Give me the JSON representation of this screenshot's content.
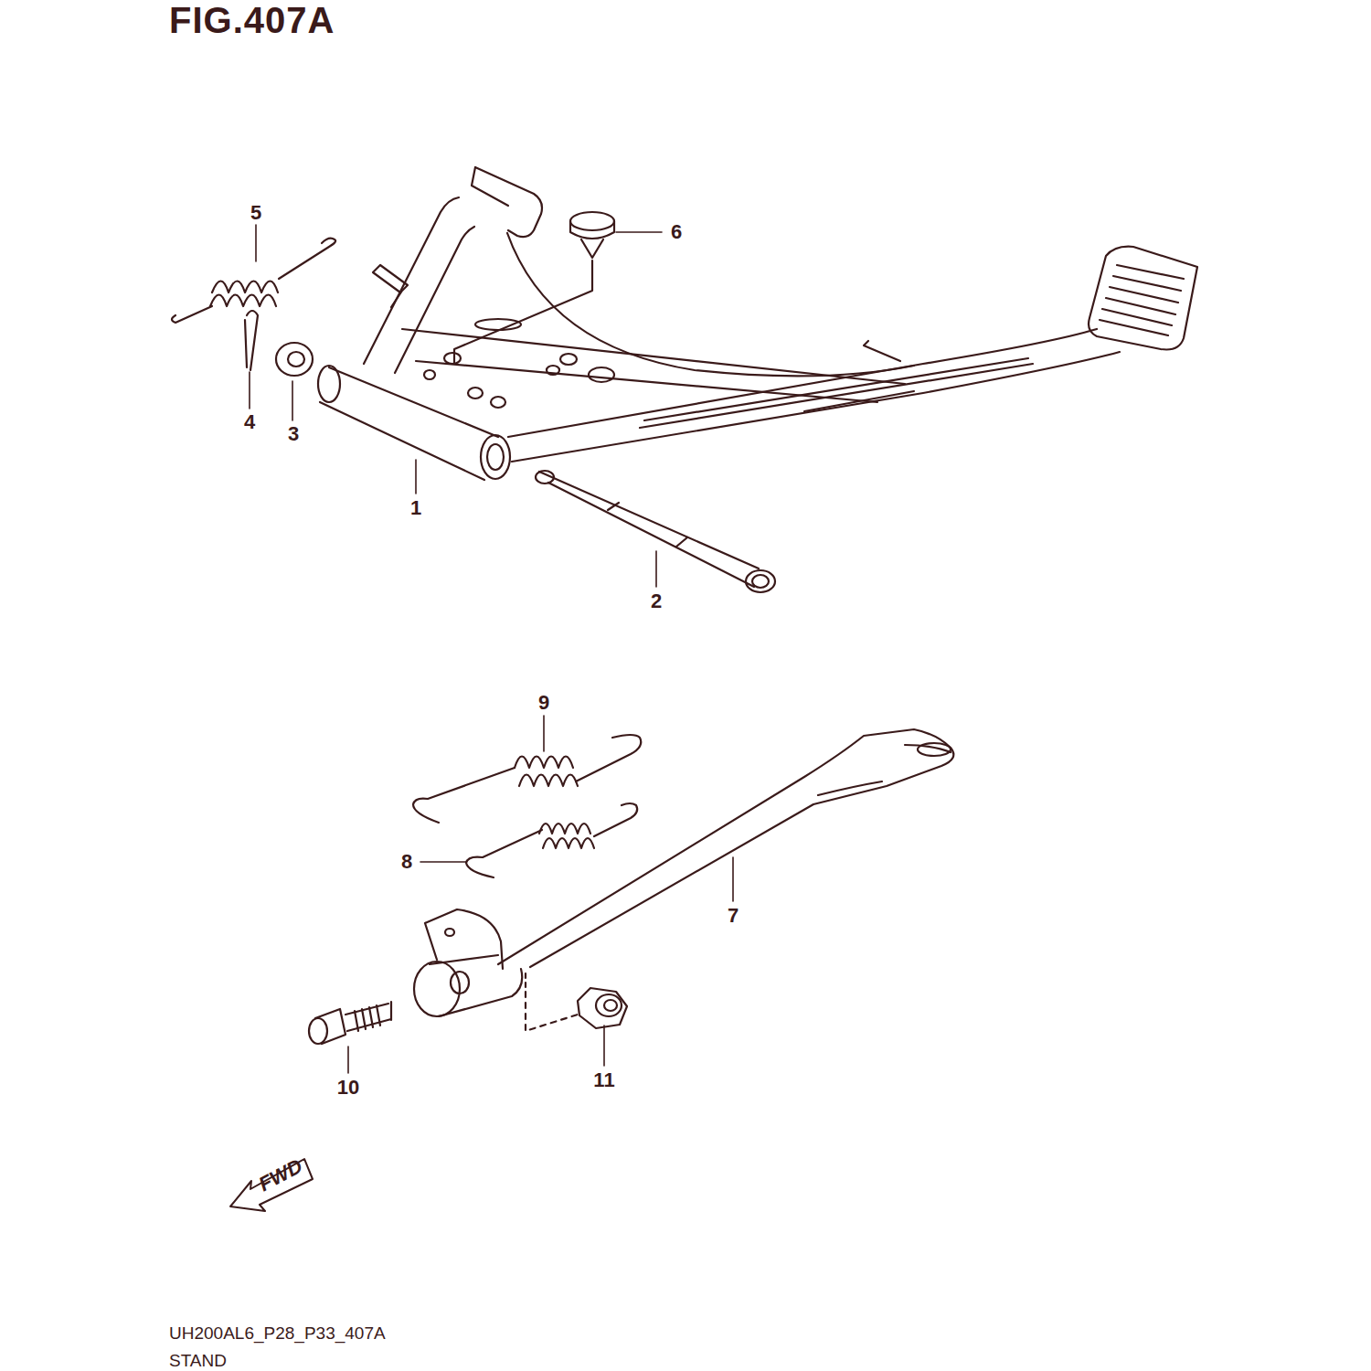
{
  "diagram": {
    "title": "FIG.407A",
    "caption": "STAND",
    "labels": [
      "5",
      "6",
      "4",
      "3",
      "1",
      "2",
      "9",
      "8",
      "7",
      "10",
      "11",
      "FWD",
      "UH200AL6_P28_P33_407A"
    ]
  }
}
